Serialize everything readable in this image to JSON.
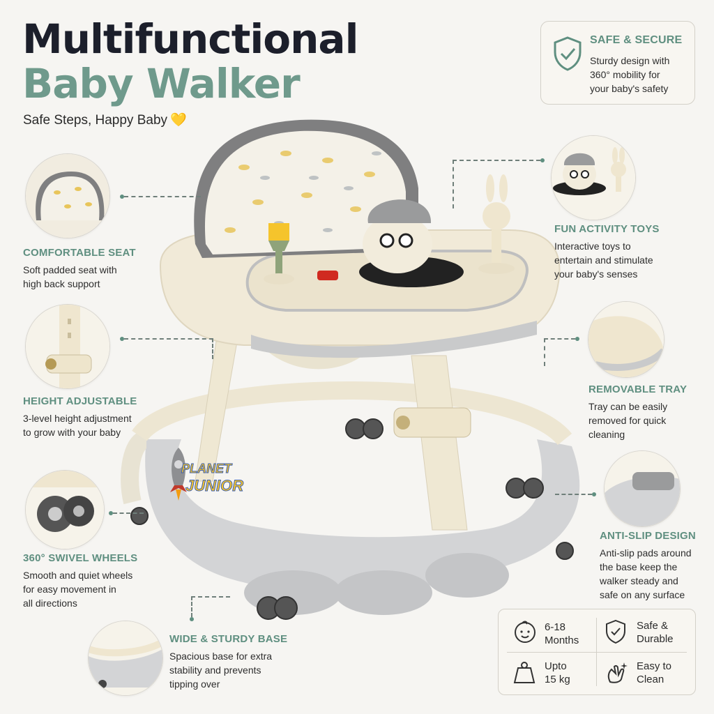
{
  "header": {
    "title_line1": "Multifunctional",
    "title_line2": "Baby Walker",
    "tagline": "Safe Steps, Happy Baby",
    "heart": "💛"
  },
  "brand": {
    "logo_line1": "PLANET",
    "logo_line2": "JUNIOR"
  },
  "safe_box": {
    "title": "SAFE & SECURE",
    "line1": "Sturdy design with",
    "line2": "360° mobility for",
    "line3": "your baby's safety",
    "icon": "shield-check-icon"
  },
  "features": {
    "seat": {
      "title": "COMFORTABLE SEAT",
      "line1": "Soft padded seat with",
      "line2": "high back support"
    },
    "height": {
      "title": "HEIGHT ADJUSTABLE",
      "line1": "3-level height adjustment",
      "line2": "to grow with your baby"
    },
    "wheels": {
      "title": "360° SWIVEL WHEELS",
      "line1": "Smooth and quiet wheels",
      "line2": "for easy movement in",
      "line3": "all directions"
    },
    "base": {
      "title": "WIDE & STURDY BASE",
      "line1": "Spacious base for extra",
      "line2": "stability and prevents",
      "line3": "tipping over"
    },
    "toys": {
      "title": "FUN ACTIVITY TOYS",
      "line1": "Interactive toys to",
      "line2": "entertain and stimulate",
      "line3": "your baby's senses"
    },
    "tray": {
      "title": "REMOVABLE TRAY",
      "line1": "Tray can be easily",
      "line2": "removed for quick",
      "line3": "cleaning"
    },
    "antislip": {
      "title": "ANTI-SLIP DESIGN",
      "line1": "Anti-slip pads around",
      "line2": "the base keep the",
      "line3": "walker steady and",
      "line4": "safe on any surface"
    }
  },
  "specs": {
    "age": {
      "line1": "6-18",
      "line2": "Months",
      "icon": "baby-face-icon"
    },
    "durable": {
      "line1": "Safe &",
      "line2": "Durable",
      "icon": "shield-check-icon"
    },
    "weight": {
      "line1": "Upto",
      "line2": "15 kg",
      "icon": "weight-icon"
    },
    "clean": {
      "line1": "Easy to",
      "line2": "Clean",
      "icon": "sparkle-hand-icon"
    }
  },
  "colors": {
    "title_dark": "#1c1f2b",
    "title_green": "#6f9a8c",
    "accent_green": "#5f8f80",
    "cream": "#f1ead8",
    "grey": "#c9cacb"
  }
}
